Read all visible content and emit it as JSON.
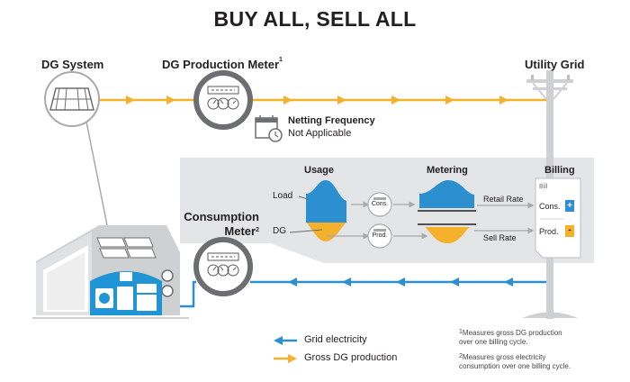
{
  "title": "BUY ALL, SELL ALL",
  "labels": {
    "dg_system": "DG System",
    "dg_production_meter": "DG Production Meter",
    "dg_production_meter_sup": "1",
    "utility_grid": "Utility Grid",
    "netting_title": "Netting Frequency",
    "netting_value": "Not Applicable",
    "consumption_meter_line1": "Consumption",
    "consumption_meter_line2": "Meter",
    "consumption_meter_sup": "2"
  },
  "panel": {
    "usage": "Usage",
    "metering": "Metering",
    "billing": "Billing",
    "load": "Load",
    "dg": "DG",
    "cons_bubble": "Cons.",
    "prod_bubble": "Prod.",
    "retail_rate": "Retail Rate",
    "sell_rate": "Sell Rate",
    "bill": "Bill",
    "bill_cons": "Cons.",
    "bill_prod": "Prod.",
    "plus": "+",
    "minus": "-"
  },
  "legend": {
    "grid": "Grid electricity",
    "dg": "Gross DG production"
  },
  "footnotes": {
    "f1_sup": "1",
    "f1_line1": "Measures gross DG production",
    "f1_line2": "over one billing cycle.",
    "f2_sup": "2",
    "f2_line1": "Measures gross electricity",
    "f2_line2": "consumption over one billing cycle."
  },
  "colors": {
    "grid_blue": "#2b8fd0",
    "dg_yellow": "#f5b12b",
    "panel_gray": "#e4e5e6",
    "house_gray": "#cfd0d2",
    "meter_ring": "#6d6e71"
  }
}
